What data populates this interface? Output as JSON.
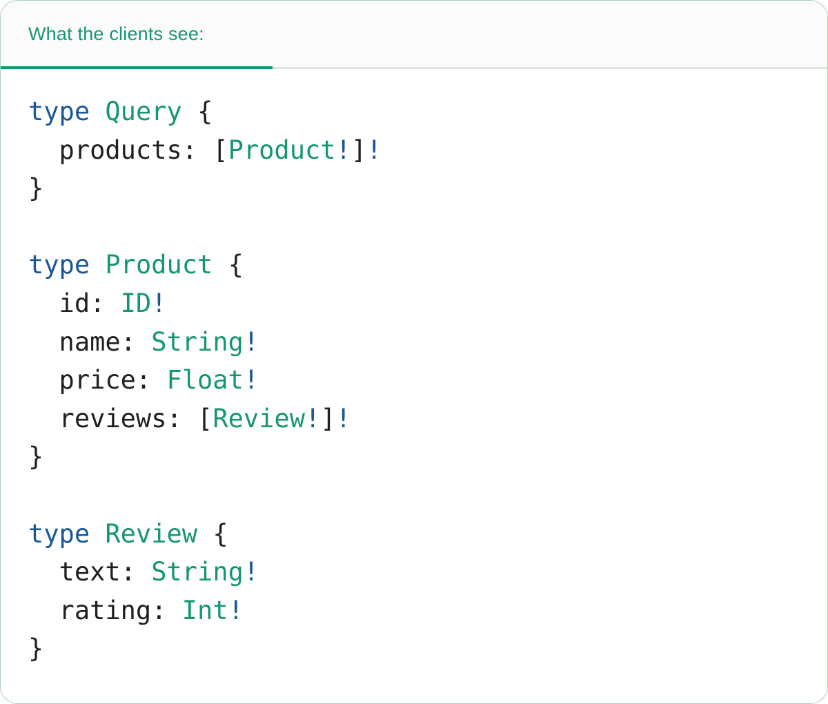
{
  "tab_bar": {
    "active_tab": "What the clients see:"
  },
  "code_block": {
    "language": "graphql-sdl",
    "text": "type Query {\n  products: [Product!]!\n}\n\ntype Product {\n  id: ID!\n  name: String!\n  price: Float!\n  reviews: [Review!]!\n}\n\ntype Review {\n  text: String!\n  rating: Int!\n}",
    "lines": [
      [
        {
          "t": "type",
          "c": "kw"
        },
        {
          "t": " ",
          "c": "pl"
        },
        {
          "t": "Query",
          "c": "ty"
        },
        {
          "t": " {",
          "c": "pl"
        }
      ],
      [
        {
          "t": "  products: [",
          "c": "pl"
        },
        {
          "t": "Product",
          "c": "ty"
        },
        {
          "t": "!",
          "c": "bang"
        },
        {
          "t": "]",
          "c": "pl"
        },
        {
          "t": "!",
          "c": "bang"
        }
      ],
      [
        {
          "t": "}",
          "c": "pl"
        }
      ],
      [],
      [
        {
          "t": "type",
          "c": "kw"
        },
        {
          "t": " ",
          "c": "pl"
        },
        {
          "t": "Product",
          "c": "ty"
        },
        {
          "t": " {",
          "c": "pl"
        }
      ],
      [
        {
          "t": "  id: ",
          "c": "pl"
        },
        {
          "t": "ID",
          "c": "ty"
        },
        {
          "t": "!",
          "c": "bang"
        }
      ],
      [
        {
          "t": "  name: ",
          "c": "pl"
        },
        {
          "t": "String",
          "c": "ty"
        },
        {
          "t": "!",
          "c": "bang"
        }
      ],
      [
        {
          "t": "  price: ",
          "c": "pl"
        },
        {
          "t": "Float",
          "c": "ty"
        },
        {
          "t": "!",
          "c": "bang"
        }
      ],
      [
        {
          "t": "  reviews: [",
          "c": "pl"
        },
        {
          "t": "Review",
          "c": "ty"
        },
        {
          "t": "!",
          "c": "bang"
        },
        {
          "t": "]",
          "c": "pl"
        },
        {
          "t": "!",
          "c": "bang"
        }
      ],
      [
        {
          "t": "}",
          "c": "pl"
        }
      ],
      [],
      [
        {
          "t": "type",
          "c": "kw"
        },
        {
          "t": " ",
          "c": "pl"
        },
        {
          "t": "Review",
          "c": "ty"
        },
        {
          "t": " {",
          "c": "pl"
        }
      ],
      [
        {
          "t": "  text: ",
          "c": "pl"
        },
        {
          "t": "String",
          "c": "ty"
        },
        {
          "t": "!",
          "c": "bang"
        }
      ],
      [
        {
          "t": "  rating: ",
          "c": "pl"
        },
        {
          "t": "Int",
          "c": "ty"
        },
        {
          "t": "!",
          "c": "bang"
        }
      ],
      [
        {
          "t": "}",
          "c": "pl"
        }
      ]
    ]
  },
  "colors": {
    "keyword_blue": "#1A5796",
    "type_teal": "#169673",
    "plain_dark": "#1F1F1F",
    "tab_teal": "#169673",
    "divider_gray": "#E3E3E3",
    "card_border_green": "#ABD0B8",
    "tabbar_bg": "#FBFBFB"
  }
}
